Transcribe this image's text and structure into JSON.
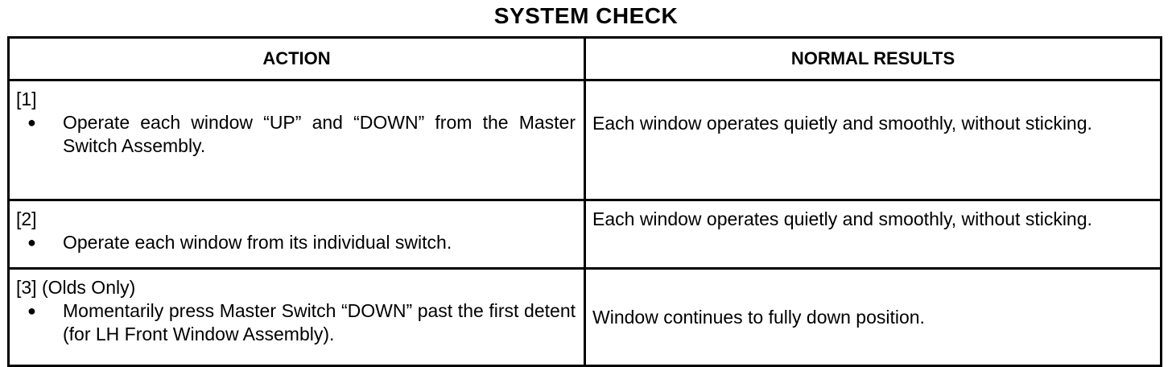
{
  "title": "SYSTEM CHECK",
  "table": {
    "headers": {
      "action": "ACTION",
      "results": "NORMAL RESULTS"
    },
    "rows": [
      {
        "step": "[1]",
        "bullet": "●",
        "action": "Operate each window “UP” and “DOWN” from the Master Switch Assembly.",
        "result": "Each window operates quietly and smoothly, without sticking."
      },
      {
        "step": "[2]",
        "bullet": "●",
        "action": "Operate each window from its individual switch.",
        "result": "Each window operates quietly and smoothly, without sticking."
      },
      {
        "step": "[3]  (Olds Only)",
        "bullet": "●",
        "action": "Momentarily press Master Switch “DOWN” past the first detent (for LH Front Window Assembly).",
        "result": "Window continues to fully down position."
      }
    ]
  }
}
